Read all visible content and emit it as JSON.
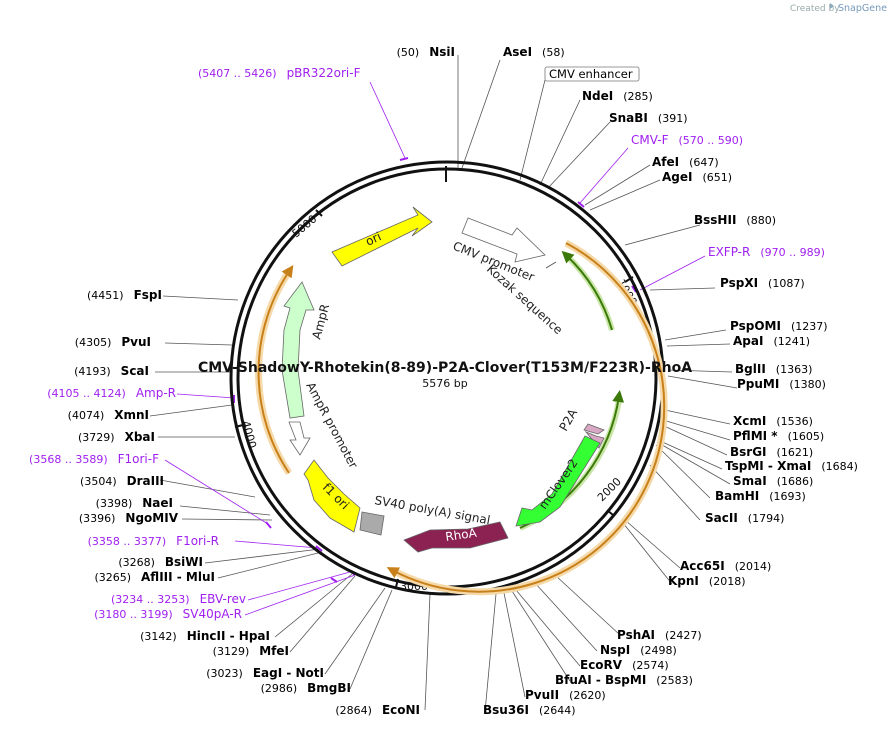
{
  "branding": {
    "created_by": "Created by",
    "product": "SnapGene"
  },
  "plasmid": {
    "name": "CMV-ShadowY-Rhotekin(8-89)-P2A-Clover(T153M/F223R)-RhoA",
    "size_label": "5576 bp"
  },
  "ticks": [
    "1000",
    "2000",
    "3000",
    "4000",
    "5000"
  ],
  "features": {
    "cmv_enhancer": "CMV enhancer",
    "cmv_promoter": "CMV promoter",
    "kozak": "Kozak sequence",
    "p2a": "P2A",
    "mclover2": "mClover2",
    "rhoa": "RhoA",
    "sv40_polya": "SV40 poly(A) signal",
    "f1_ori": "f1 ori",
    "ampr_promoter": "AmpR promoter",
    "ampr": "AmpR",
    "ori": "ori"
  },
  "sites_right": [
    {
      "name": "AseI",
      "pos": "(58)"
    },
    {
      "name": "NdeI",
      "pos": "(285)"
    },
    {
      "name": "SnaBI",
      "pos": "(391)"
    },
    {
      "name": "AfeI",
      "pos": "(647)"
    },
    {
      "name": "AgeI",
      "pos": "(651)"
    },
    {
      "name": "BssHII",
      "pos": "(880)"
    },
    {
      "name": "PspXI",
      "pos": "(1087)"
    },
    {
      "name": "PspOMI",
      "pos": "(1237)"
    },
    {
      "name": "ApaI",
      "pos": "(1241)"
    },
    {
      "name": "BglII",
      "pos": "(1363)"
    },
    {
      "name": "PpuMI",
      "pos": "(1380)"
    },
    {
      "name": "XcmI",
      "pos": "(1536)"
    },
    {
      "name": "PflMI *",
      "pos": "(1605)"
    },
    {
      "name": "BsrGI",
      "pos": "(1621)"
    },
    {
      "name": "TspMI - XmaI",
      "pos": "(1684)"
    },
    {
      "name": "SmaI",
      "pos": "(1686)"
    },
    {
      "name": "BamHI",
      "pos": "(1693)"
    },
    {
      "name": "SacII",
      "pos": "(1794)"
    },
    {
      "name": "Acc65I",
      "pos": "(2014)"
    },
    {
      "name": "KpnI",
      "pos": "(2018)"
    },
    {
      "name": "PshAI",
      "pos": "(2427)"
    },
    {
      "name": "NspI",
      "pos": "(2498)"
    },
    {
      "name": "EcoRV",
      "pos": "(2574)"
    },
    {
      "name": "BfuAI - BspMI",
      "pos": "(2583)"
    },
    {
      "name": "PvuII",
      "pos": "(2620)"
    },
    {
      "name": "Bsu36I",
      "pos": "(2644)"
    }
  ],
  "sites_left": [
    {
      "name": "NsiI",
      "pos": "(50)"
    },
    {
      "name": "FspI",
      "pos": "(4451)"
    },
    {
      "name": "PvuI",
      "pos": "(4305)"
    },
    {
      "name": "ScaI",
      "pos": "(4193)"
    },
    {
      "name": "XmnI",
      "pos": "(4074)"
    },
    {
      "name": "XbaI",
      "pos": "(3729)"
    },
    {
      "name": "DraIII",
      "pos": "(3504)"
    },
    {
      "name": "NaeI",
      "pos": "(3398)"
    },
    {
      "name": "NgoMIV",
      "pos": "(3396)"
    },
    {
      "name": "BsiWI",
      "pos": "(3268)"
    },
    {
      "name": "AflIII - MluI",
      "pos": "(3265)"
    },
    {
      "name": "HincII - HpaI",
      "pos": "(3142)"
    },
    {
      "name": "MfeI",
      "pos": "(3129)"
    },
    {
      "name": "EagI - NotI",
      "pos": "(3023)"
    },
    {
      "name": "BmgBI",
      "pos": "(2986)"
    },
    {
      "name": "EcoNI",
      "pos": "(2864)"
    }
  ],
  "primers": [
    {
      "name": "pBR322ori-F",
      "range": "(5407 .. 5426)"
    },
    {
      "name": "CMV-F",
      "range": "(570 .. 590)"
    },
    {
      "name": "EXFP-R",
      "range": "(970 .. 989)"
    },
    {
      "name": "Amp-R",
      "range": "(4105 .. 4124)"
    },
    {
      "name": "F1ori-F",
      "range": "(3568 .. 3589)"
    },
    {
      "name": "F1ori-R",
      "range": "(3358 .. 3377)"
    },
    {
      "name": "EBV-rev",
      "range": "(3234 .. 3253)"
    },
    {
      "name": "SV40pA-R",
      "range": "(3180 .. 3199)"
    }
  ],
  "colors": {
    "backbone": "#111111",
    "primer": "#a020f0",
    "ori": "#ffff00",
    "ampr": "#ccffcc",
    "mclover2": "#33ff33",
    "rhoa": "#8b2252",
    "orf_orange": "#e6a23c",
    "orf_green": "#5a9e1a"
  }
}
